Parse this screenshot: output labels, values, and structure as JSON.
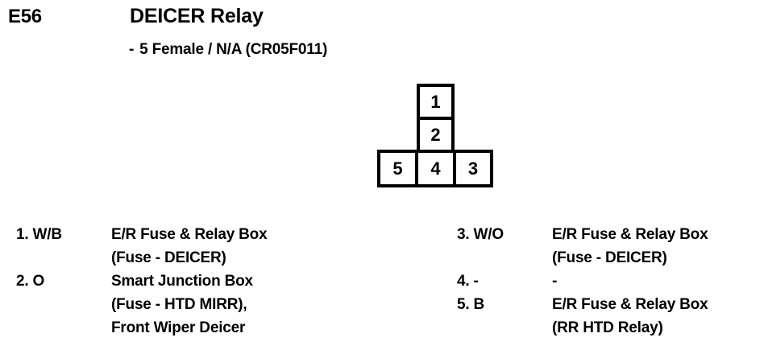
{
  "header": {
    "connector_id": "E56",
    "title": "DEICER Relay",
    "subtitle_dash": "-",
    "subtitle": "5 Female / N/A (CR05F011)"
  },
  "pinout": {
    "type": "connector-face-view",
    "cells": [
      {
        "pin": "1",
        "name": "pin-cell-1"
      },
      {
        "pin": "2",
        "name": "pin-cell-2"
      },
      {
        "pin": "5",
        "name": "pin-cell-5"
      },
      {
        "pin": "4",
        "name": "pin-cell-4"
      },
      {
        "pin": "3",
        "name": "pin-cell-3"
      }
    ]
  },
  "legend": {
    "left": [
      {
        "pin": "1. W/B",
        "lines": [
          "E/R Fuse & Relay Box",
          "(Fuse - DEICER)"
        ]
      },
      {
        "pin": "2. O",
        "lines": [
          "Smart Junction Box",
          "(Fuse - HTD MIRR),",
          "Front Wiper Deicer"
        ]
      }
    ],
    "right": [
      {
        "pin": "3. W/O",
        "lines": [
          "E/R Fuse & Relay Box",
          "(Fuse - DEICER)"
        ]
      },
      {
        "pin": "4. -",
        "lines": [
          "-"
        ]
      },
      {
        "pin": "5. B",
        "lines": [
          "E/R Fuse & Relay Box",
          "(RR HTD Relay)"
        ]
      }
    ]
  },
  "colors": {
    "ink": "#000000",
    "paper": "#ffffff"
  }
}
